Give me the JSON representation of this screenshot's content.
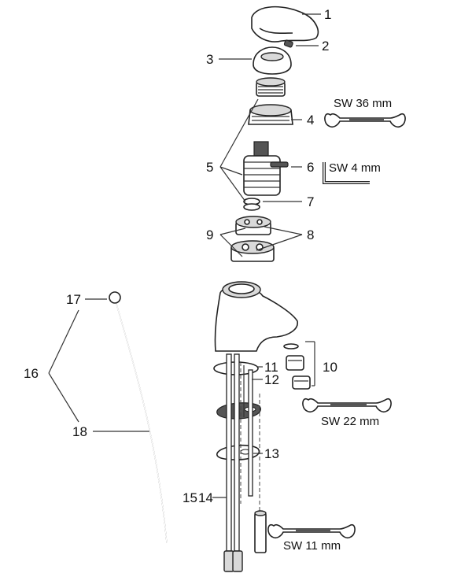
{
  "callouts": {
    "c1": "1",
    "c2": "2",
    "c3": "3",
    "c4": "4",
    "c5": "5",
    "c6": "6",
    "c7": "7",
    "c8": "8",
    "c9": "9",
    "c10": "10",
    "c11": "11",
    "c12": "12",
    "c13": "13",
    "c14": "14",
    "c15": "15",
    "c16": "16",
    "c17": "17",
    "c18": "18"
  },
  "tools": {
    "wrench_36": "SW 36 mm",
    "hex_key_4": "SW 4 mm",
    "wrench_22": "SW 22 mm",
    "wrench_11": "SW 11 mm"
  },
  "icons": [
    "open-end-wrench-icon",
    "hex-key-icon"
  ]
}
